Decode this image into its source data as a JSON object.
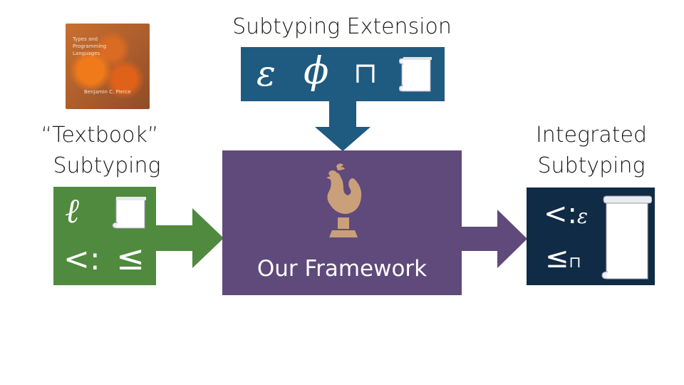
{
  "book": {
    "title_line1": "Types and",
    "title_line2": "Programming",
    "title_line3": "Languages",
    "author": "Benjamin C. Pierce"
  },
  "labels": {
    "extension": "Subtyping Extension",
    "textbook_line1": "“Textbook”",
    "textbook_line2": "Subtyping",
    "integrated_line1": "Integrated",
    "integrated_line2": "Subtyping",
    "framework": "Our Framework"
  },
  "extension_box": {
    "sym1": "ε",
    "sym2": "ϕ",
    "sym3": "⊓"
  },
  "textbook_box": {
    "sym1": "ℓ",
    "sym2": "<:",
    "sym3": "≤"
  },
  "integrated_box": {
    "sym1": "<:",
    "sym1_sub": "ε",
    "sym2": "≤",
    "sym2_sub": "⊓"
  },
  "colors": {
    "extension": "#1f5a80",
    "textbook": "#4f8a3e",
    "framework": "#5f4a7b",
    "integrated": "#102b45",
    "rooster": "#caa07a"
  }
}
